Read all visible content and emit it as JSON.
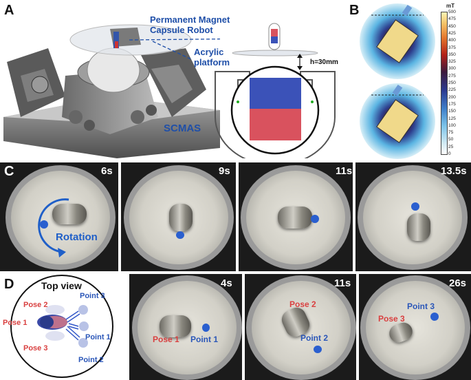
{
  "panel_a": {
    "letter": "A",
    "permanent_magnet": "Permanent Magnet",
    "capsule_robot": "Capsule Robot",
    "acrylic": "Acrylic",
    "platform": "platform",
    "scmas": "SCMAS",
    "height": "h=30mm"
  },
  "panel_b": {
    "letter": "B",
    "unit": "mT",
    "scale": [
      "500",
      "475",
      "450",
      "425",
      "400",
      "375",
      "350",
      "325",
      "300",
      "275",
      "250",
      "225",
      "200",
      "175",
      "150",
      "125",
      "100",
      "75",
      "50",
      "25",
      "0"
    ]
  },
  "panel_c": {
    "letter": "C",
    "rotation": "Rotation",
    "times": [
      "6s",
      "9s",
      "11s",
      "13.5s"
    ]
  },
  "panel_d": {
    "letter": "D",
    "top_view": "Top view",
    "pose1": "Pose 1",
    "pose2": "Pose 2",
    "pose3": "Pose 3",
    "point1": "Point 1",
    "point2": "Point 2",
    "point3": "Point 3",
    "times": [
      "4s",
      "11s",
      "26s"
    ]
  },
  "colors": {
    "label_blue": "#1f4fa8",
    "pose_red": "#d94040",
    "magnet_blue": "#3b52b8",
    "magnet_red": "#d9525e"
  }
}
